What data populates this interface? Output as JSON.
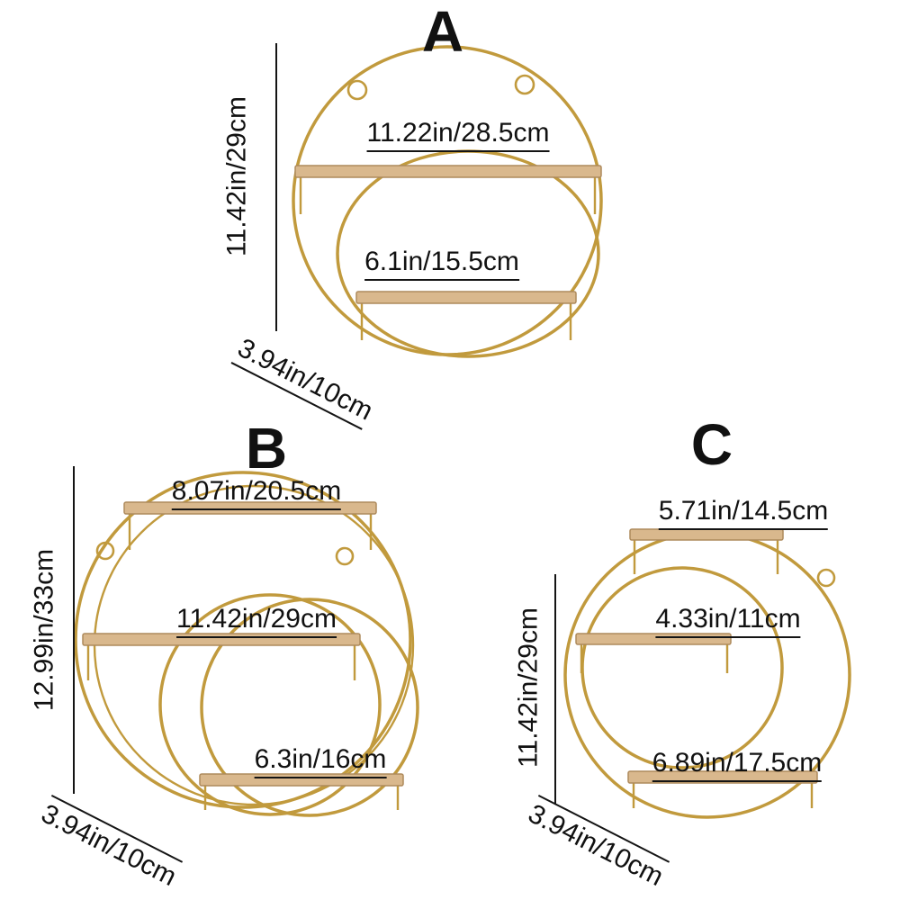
{
  "colors": {
    "gold": "#c19a3d",
    "wood": "#d9b88d",
    "wood_edge": "#ae8a5c",
    "line": "#141414",
    "background": "#ffffff",
    "text": "#111111"
  },
  "shelves": [
    {
      "id": "A",
      "label": "A",
      "measurements": {
        "height": "11.42in/29cm",
        "top_width": "11.22in/28.5cm",
        "inner_width": "6.1in/15.5cm",
        "depth": "3.94in/10cm"
      }
    },
    {
      "id": "B",
      "label": "B",
      "measurements": {
        "top_width": "8.07in/20.5cm",
        "height": "12.99in/33cm",
        "mid_width": "11.42in/29cm",
        "inner_width": "6.3in/16cm",
        "depth": "3.94in/10cm"
      }
    },
    {
      "id": "C",
      "label": "C",
      "measurements": {
        "top_width": "5.71in/14.5cm",
        "mid_width": "4.33in/11cm",
        "height": "11.42in/29cm",
        "bottom_width": "6.89in/17.5cm",
        "depth": "3.94in/10cm"
      }
    }
  ]
}
